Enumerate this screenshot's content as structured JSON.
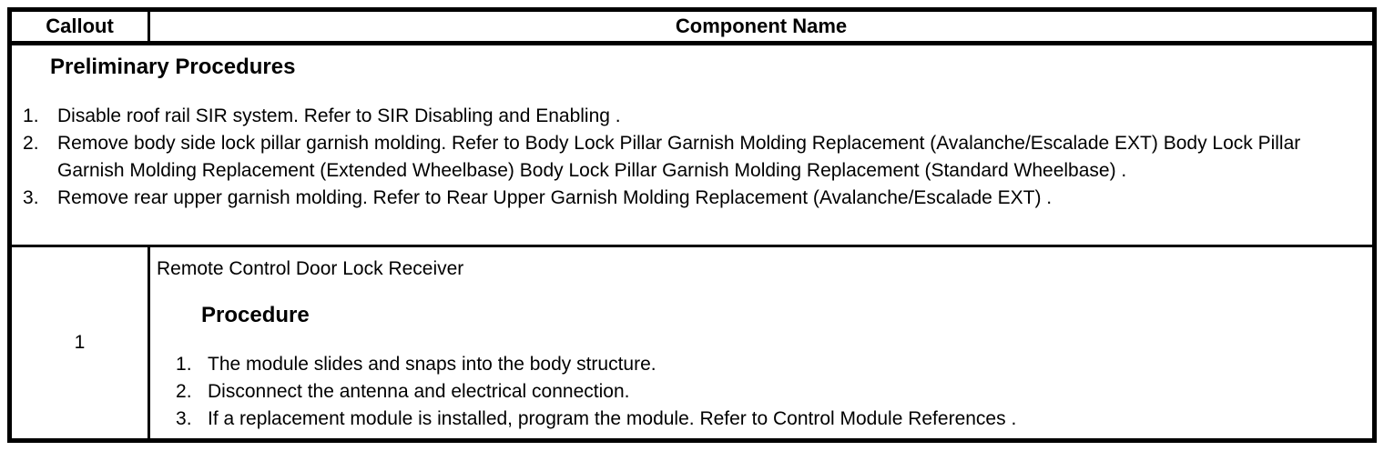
{
  "colors": {
    "border": "#000000",
    "text": "#000000",
    "background": "#ffffff"
  },
  "table": {
    "header": {
      "callout": "Callout",
      "component_name": "Component Name"
    },
    "preliminary": {
      "title": "Preliminary Procedures",
      "steps": [
        "Disable roof rail SIR system. Refer to SIR Disabling and Enabling .",
        "Remove body side lock pillar garnish molding. Refer to Body Lock Pillar Garnish Molding Replacement (Avalanche/Escalade EXT) Body Lock Pillar Garnish Molding Replacement (Extended Wheelbase) Body Lock Pillar Garnish Molding Replacement (Standard Wheelbase) .",
        "Remove rear upper garnish molding. Refer to Rear Upper Garnish Molding Replacement (Avalanche/Escalade EXT) ."
      ]
    },
    "rows": [
      {
        "callout": "1",
        "component": "Remote Control Door Lock Receiver",
        "procedure_title": "Procedure",
        "steps": [
          "The module slides and snaps into the body structure.",
          "Disconnect the antenna and electrical connection.",
          "If a replacement module is installed, program the module. Refer to Control Module References ."
        ]
      }
    ]
  }
}
